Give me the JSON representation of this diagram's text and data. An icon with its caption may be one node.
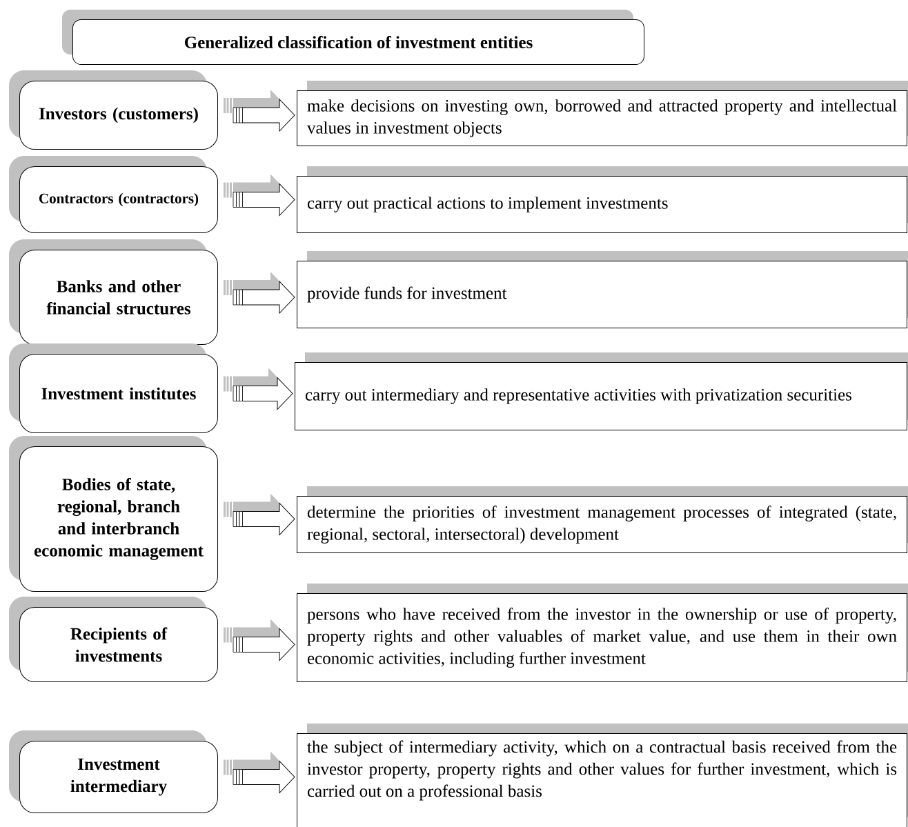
{
  "diagram": {
    "title": "Generalized classification of investment entities",
    "nodes": [
      {
        "text": [
          "Investors (customers)"
        ]
      },
      {
        "text": [
          "make decisions on investing own, borrowed and attracted property and intellectual values in investment objects"
        ]
      },
      {
        "text": [
          "Contractors (contractors)"
        ]
      },
      {
        "text": [
          "carry out practical actions to implement investments"
        ]
      },
      {
        "text": [
          "Banks and other financial structures"
        ]
      },
      {
        "text": [
          "provide funds for investment"
        ]
      },
      {
        "text": [
          "Investment institutes"
        ]
      },
      {
        "text": [
          "carry out intermediary and representative activities with privatization securities"
        ]
      },
      {
        "text": [
          "Bodies of state, regional, branch and interbranch economic management"
        ]
      },
      {
        "text": [
          "determine the priorities of investment management processes of integrated (state, regional, sectoral, intersectoral) development"
        ]
      },
      {
        "text": [
          "Recipients of investments"
        ]
      },
      {
        "text": [
          "persons who have received from the investor in the ownership or use of property, property rights and other valuables of market value, and use them in their own economic activities, including further investment"
        ]
      },
      {
        "text": [
          "Investment intermediary"
        ]
      },
      {
        "text": [
          "the subject of intermediary activity, which on a contractual basis received from the investor property, property rights and other values for further investment, which is carried out on a professional basis"
        ]
      }
    ],
    "edges": [
      {
        "from": 0,
        "to": 1,
        "arrow": "to"
      },
      {
        "from": 2,
        "to": 3,
        "arrow": "to"
      },
      {
        "from": 4,
        "to": 5,
        "arrow": "to"
      },
      {
        "from": 6,
        "to": 7,
        "arrow": "to"
      },
      {
        "from": 8,
        "to": 9,
        "arrow": "to"
      },
      {
        "from": 10,
        "to": 11,
        "arrow": "to"
      },
      {
        "from": 12,
        "to": 13,
        "arrow": "to"
      }
    ]
  }
}
